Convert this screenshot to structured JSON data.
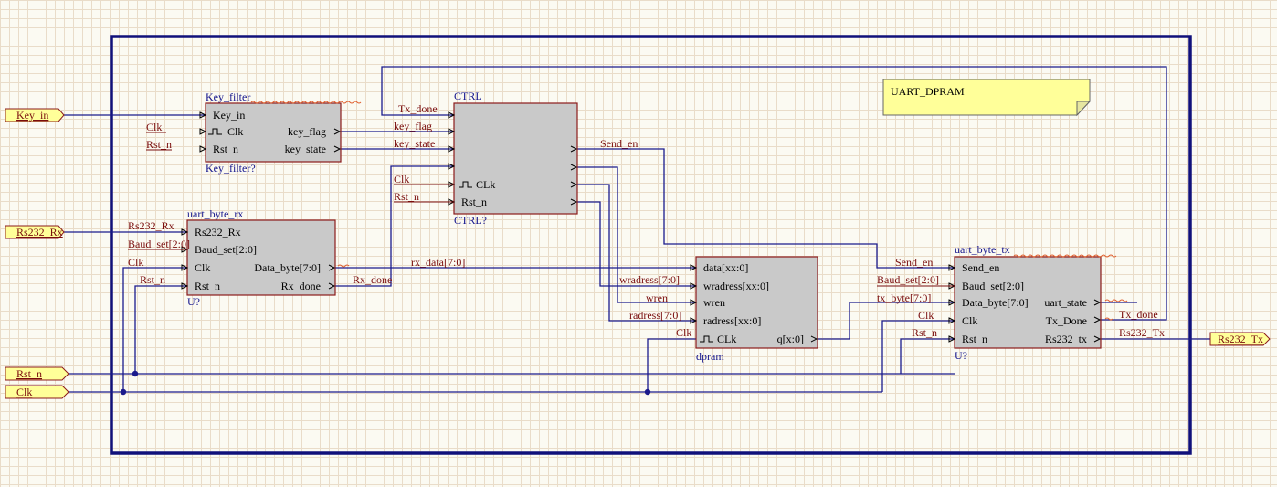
{
  "note": {
    "text": "UART_DPRAM"
  },
  "io_ports": {
    "key_in": "Key_in",
    "rs232_rx": "Rs232_Rx",
    "rst_n": "Rst_n",
    "clk": "Clk",
    "rs232_tx": "Rs232_Tx"
  },
  "blocks": {
    "key_filter": {
      "title": "Key_filter",
      "instance": "Key_filter?",
      "ports": [
        "Key_in",
        "Clk",
        "Rst_n",
        "key_flag",
        "key_state"
      ]
    },
    "uart_byte_rx": {
      "title": "uart_byte_rx",
      "instance": "U?",
      "ports": [
        "Rs232_Rx",
        "Baud_set[2:0]",
        "Clk",
        "Rst_n",
        "Data_byte[7:0]",
        "Rx_done"
      ]
    },
    "ctrl": {
      "title": "CTRL",
      "instance": "CTRL?",
      "ports": [
        "CLk",
        "Rst_n"
      ]
    },
    "dpram": {
      "title": "",
      "instance": "dpram",
      "ports": [
        "data[xx:0]",
        "wradress[xx:0]",
        "wren",
        "radress[xx:0]",
        "CLk",
        "q[x:0]"
      ]
    },
    "uart_byte_tx": {
      "title": "uart_byte_tx",
      "instance": "U?",
      "ports": [
        "Send_en",
        "Baud_set[2:0]",
        "Data_byte[7:0]",
        "Clk",
        "Rst_n",
        "uart_state",
        "Tx_Done",
        "Rs232_tx"
      ]
    }
  },
  "nets": {
    "clk_kf": "Clk",
    "rstn_kf": "Rst_n",
    "rs232_rx": "Rs232_Rx",
    "baud_rx": "Baud_set[2:0]",
    "clk_rx": "Clk",
    "rstn_rx": "Rst_n",
    "tx_done_ctrl": "Tx_done",
    "key_flag": "key_flag",
    "key_state": "key_state",
    "clk_ctrl": "Clk",
    "rstn_ctrl": "Rst_n",
    "send_en_ctrl": "Send_en",
    "rx_data": "rx_data[7:0]",
    "rx_done": "Rx_done",
    "wradress": "wradress[7:0]",
    "wren": "wren",
    "radress": "radress[7:0]",
    "clk_dp": "Clk",
    "send_en_tx": "Send_en",
    "baud_tx": "Baud_set[2:0]",
    "tx_byte": "tx_byte[7:0]",
    "clk_tx": "Clk",
    "rstn_tx": "Rst_n",
    "tx_done": "Tx_done",
    "rs232_tx": "Rs232_Tx"
  }
}
